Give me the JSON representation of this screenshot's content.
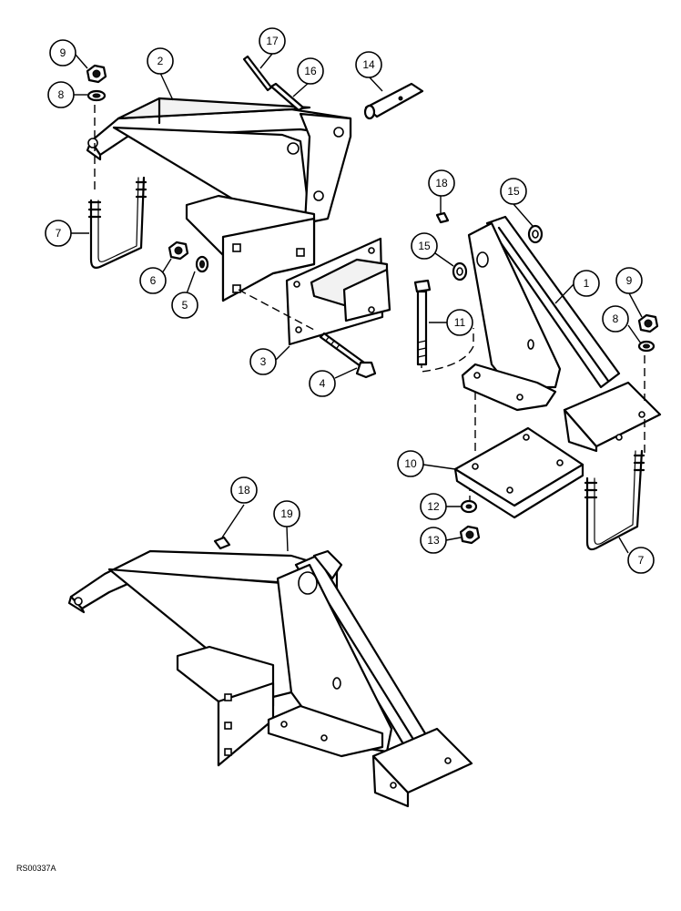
{
  "drawing": {
    "reference_code": "RS00337A"
  },
  "callouts": [
    {
      "id": "c9a",
      "label": "9"
    },
    {
      "id": "c8a",
      "label": "8"
    },
    {
      "id": "c2",
      "label": "2"
    },
    {
      "id": "c17",
      "label": "17"
    },
    {
      "id": "c16",
      "label": "16"
    },
    {
      "id": "c14",
      "label": "14"
    },
    {
      "id": "c7a",
      "label": "7"
    },
    {
      "id": "c6",
      "label": "6"
    },
    {
      "id": "c5",
      "label": "5"
    },
    {
      "id": "c3",
      "label": "3"
    },
    {
      "id": "c4",
      "label": "4"
    },
    {
      "id": "c18a",
      "label": "18"
    },
    {
      "id": "c15a",
      "label": "15"
    },
    {
      "id": "c15b",
      "label": "15"
    },
    {
      "id": "c1",
      "label": "1"
    },
    {
      "id": "c9b",
      "label": "9"
    },
    {
      "id": "c8b",
      "label": "8"
    },
    {
      "id": "c11",
      "label": "11"
    },
    {
      "id": "c10",
      "label": "10"
    },
    {
      "id": "c12",
      "label": "12"
    },
    {
      "id": "c13",
      "label": "13"
    },
    {
      "id": "c7b",
      "label": "7"
    },
    {
      "id": "c18b",
      "label": "18"
    },
    {
      "id": "c19",
      "label": "19"
    }
  ]
}
